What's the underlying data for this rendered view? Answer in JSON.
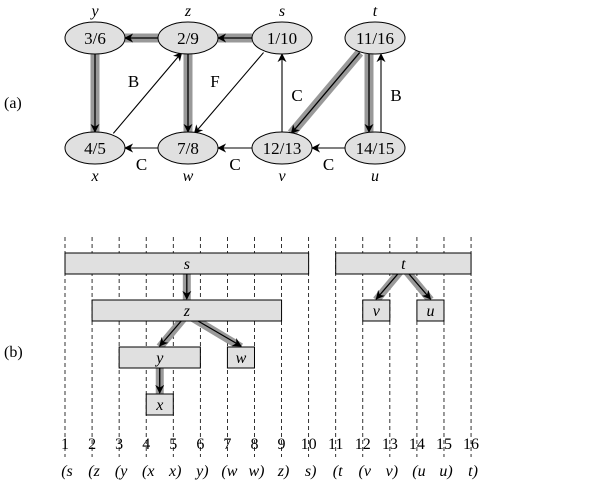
{
  "part_a": {
    "label": "(a)",
    "nodes": [
      {
        "id": "y",
        "name": "y",
        "times": "3/6"
      },
      {
        "id": "z",
        "name": "z",
        "times": "2/9"
      },
      {
        "id": "s",
        "name": "s",
        "times": "1/10"
      },
      {
        "id": "t",
        "name": "t",
        "times": "11/16"
      },
      {
        "id": "x",
        "name": "x",
        "times": "4/5"
      },
      {
        "id": "w",
        "name": "w",
        "times": "7/8"
      },
      {
        "id": "v",
        "name": "v",
        "times": "12/13"
      },
      {
        "id": "u",
        "name": "u",
        "times": "14/15"
      }
    ],
    "edges": [
      {
        "from": "s",
        "to": "z",
        "type": "tree",
        "label": ""
      },
      {
        "from": "z",
        "to": "y",
        "type": "tree",
        "label": ""
      },
      {
        "from": "y",
        "to": "x",
        "type": "tree",
        "label": ""
      },
      {
        "from": "z",
        "to": "w",
        "type": "tree",
        "label": ""
      },
      {
        "from": "t",
        "to": "v",
        "type": "tree",
        "label": ""
      },
      {
        "from": "t",
        "to": "u",
        "type": "tree",
        "label": ""
      },
      {
        "from": "x",
        "to": "z",
        "type": "back",
        "label": "B"
      },
      {
        "from": "s",
        "to": "w",
        "type": "forward",
        "label": "F"
      },
      {
        "from": "v",
        "to": "s",
        "type": "cross",
        "label": "C"
      },
      {
        "from": "u",
        "to": "t",
        "type": "back",
        "label": "B"
      },
      {
        "from": "w",
        "to": "x",
        "type": "cross",
        "label": "C"
      },
      {
        "from": "v",
        "to": "w",
        "type": "cross",
        "label": "C"
      },
      {
        "from": "u",
        "to": "v",
        "type": "cross",
        "label": "C"
      }
    ]
  },
  "part_b": {
    "label": "(b)",
    "intervals": [
      {
        "name": "s",
        "start": 1,
        "end": 10,
        "depth": 0
      },
      {
        "name": "z",
        "start": 2,
        "end": 9,
        "depth": 1
      },
      {
        "name": "y",
        "start": 3,
        "end": 6,
        "depth": 2
      },
      {
        "name": "x",
        "start": 4,
        "end": 5,
        "depth": 3
      },
      {
        "name": "w",
        "start": 7,
        "end": 8,
        "depth": 2
      },
      {
        "name": "t",
        "start": 11,
        "end": 16,
        "depth": 0
      },
      {
        "name": "v",
        "start": 12,
        "end": 13,
        "depth": 1
      },
      {
        "name": "u",
        "start": 14,
        "end": 15,
        "depth": 1
      }
    ],
    "tree_edges": [
      [
        "s",
        "z"
      ],
      [
        "z",
        "y"
      ],
      [
        "z",
        "w"
      ],
      [
        "y",
        "x"
      ],
      [
        "t",
        "v"
      ],
      [
        "t",
        "u"
      ]
    ],
    "ticks": [
      "1",
      "2",
      "3",
      "4",
      "5",
      "6",
      "7",
      "8",
      "9",
      "10",
      "11",
      "12",
      "13",
      "14",
      "15",
      "16"
    ],
    "parens": [
      "(s",
      "(z",
      "(y",
      "(x",
      "x)",
      "y)",
      "(w",
      "w)",
      "z)",
      "s)",
      "(t",
      "(v",
      "v)",
      "(u",
      "u)",
      "t)"
    ]
  },
  "colors": {
    "node_fill": "#e0e0e0",
    "tree_edge": "#999999",
    "stroke": "#000000"
  }
}
